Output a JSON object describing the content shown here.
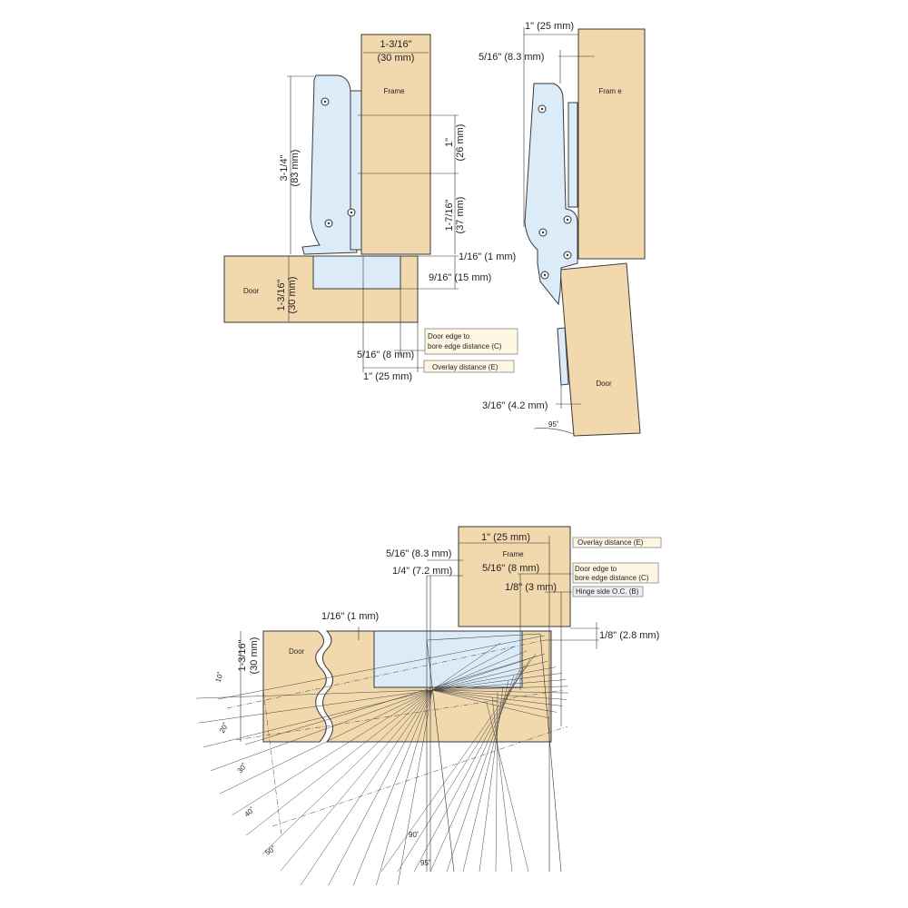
{
  "diagram_top_left": {
    "frame_label": "Frame",
    "door_label": "Door",
    "frame_width_in": "1-3/16\"",
    "frame_width_mm": "(30 mm)",
    "hinge_height_in": "3-1/4\"",
    "hinge_height_mm": "(83 mm)",
    "hole_spacing_in": "1\"",
    "hole_spacing_mm": "(26 mm)",
    "hole_offset_in": "1-7/16\"",
    "hole_offset_mm": "(37 mm)",
    "gap": "1/16\" (1 mm)",
    "cup_depth": "9/16\" (15 mm)",
    "door_thickness_in": "1-3/16\"",
    "door_thickness_mm": "(30 mm)",
    "bore_distance": "5/16\" (8 mm)",
    "overlay": "1\" (25 mm)",
    "callout_c_line1": "Door edge to",
    "callout_c_line2": "bore edge distance (C)",
    "callout_e": "Overlay distance (E)"
  },
  "diagram_top_right": {
    "frame_label": "Fram e",
    "door_label": "Door",
    "overlay": "1\" (25 mm)",
    "offset": "5/16\" (8.3 mm)",
    "door_offset": "3/16\" (4.2 mm)",
    "angle": "95˚"
  },
  "diagram_bottom": {
    "frame_label": "Frame",
    "door_label": "Door",
    "overlay": "1\" (25 mm)",
    "offset_1": "5/16\" (8.3 mm)",
    "offset_2": "1/4\" (7.2 mm)",
    "bore_distance": "5/16\" (8 mm)",
    "hinge_oc": "1/8\" (3 mm)",
    "gap": "1/16\" (1 mm)",
    "clearance": "1/8\" (2.8 mm)",
    "door_thickness_in": "1-3/16\"",
    "door_thickness_mm": "(30 mm)",
    "callout_e": "Overlay distance (E)",
    "callout_c_line1": "Door edge to",
    "callout_c_line2": "bore edge distance (C)",
    "callout_b": "Hinge side O.C. (B)",
    "angles": [
      "10˚",
      "20˚",
      "30˚",
      "40˚",
      "50˚",
      "90˚",
      "95˚"
    ]
  },
  "colors": {
    "wood": "#f2d8ad",
    "hinge_metal": "#dcebf8",
    "callout_bg": "#fdf6e3"
  }
}
